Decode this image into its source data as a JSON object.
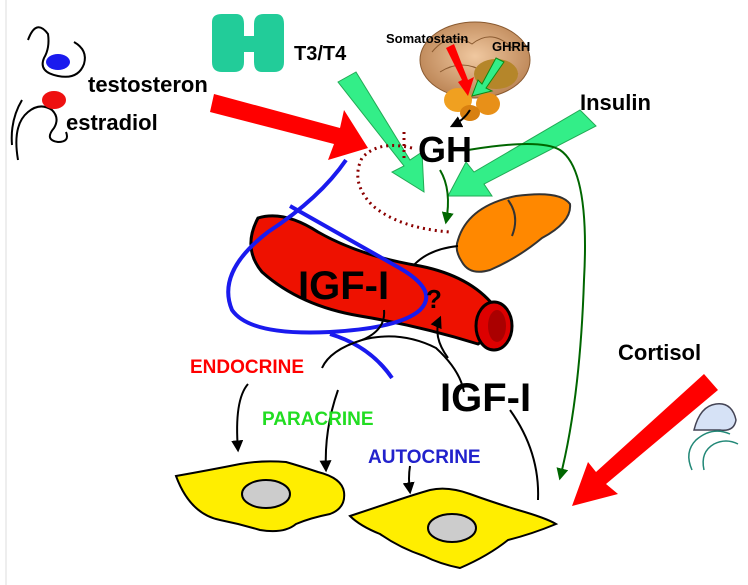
{
  "labels": {
    "testosteron": "testosteron",
    "estradiol": "estradiol",
    "t3t4": "T3/T4",
    "somatostatin": "Somatostatin",
    "ghrh": "GHRH",
    "insulin": "Insulin",
    "gh": "GH",
    "igf_vessel": "IGF-I",
    "question": "?",
    "endocrine": "ENDOCRINE",
    "paracrine": "PARACRINE",
    "autocrine": "AUTOCRINE",
    "igf_tissue": "IGF-I",
    "cortisol": "Cortisol"
  },
  "colors": {
    "inhibit_arrow": "#ff0000",
    "stimulate_arrow": "#33ee88",
    "gh_path": "#006600",
    "vessel": "#ee1100",
    "liver": "#ff8800",
    "cell": "#ffee00",
    "nucleus": "#cccccc",
    "gonad_outline": "#1a1aee",
    "thyroid": "#22cc99",
    "endocrine_text": "#ff0000",
    "paracrine_text": "#22dd22",
    "autocrine_text": "#2222cc"
  },
  "icons": [
    "testis-icon",
    "ovary-icon",
    "thyroid-icon",
    "brain-pituitary-icon",
    "liver-icon",
    "blood-vessel-icon",
    "cell-icon",
    "adrenal-icon"
  ]
}
